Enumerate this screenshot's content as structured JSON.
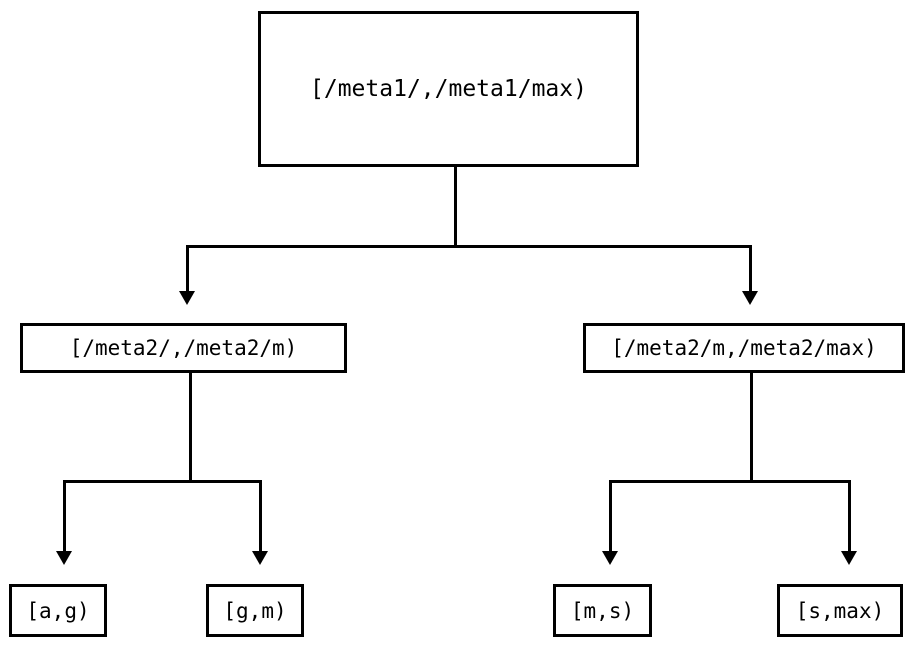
{
  "diagram": {
    "type": "tree",
    "orientation": "top-down",
    "background_color": "#ffffff",
    "line_color": "#000000",
    "node_fill": "#ffffff",
    "node_border_color": "#000000",
    "levels": 3,
    "root": {
      "label": "[/meta1/,/meta1/max)"
    },
    "level2": [
      {
        "label": "[/meta2/,/meta2/m)"
      },
      {
        "label": "[/meta2/m,/meta2/max)"
      }
    ],
    "leaves": [
      {
        "label": "[a,g)"
      },
      {
        "label": "[g,m)"
      },
      {
        "label": "[m,s)"
      },
      {
        "label": "[s,max)"
      }
    ]
  }
}
